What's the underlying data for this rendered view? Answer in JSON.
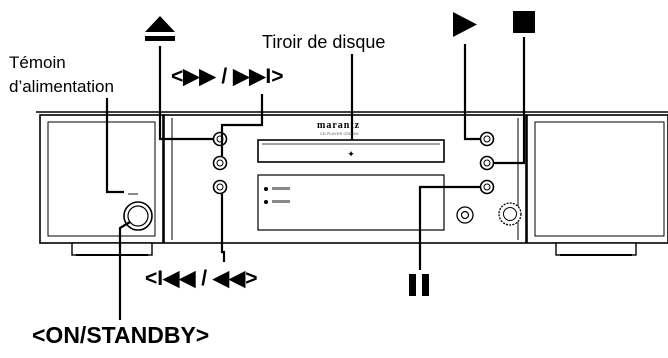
{
  "labels": {
    "power_indicator_line1": "Témoin",
    "power_indicator_line2": "d’alimentation",
    "disc_tray": "Tiroir de disque",
    "forward_skip": "<▶▶ / ▶▶I>",
    "back_skip": "<I◀◀ / ◀◀>",
    "on_standby": "<ON/STANDBY>"
  },
  "panel": {
    "brand": "marantz",
    "model_line": "CD PLAYER CD6004"
  },
  "symbols": {
    "eject": "eject-icon",
    "play": "play-icon",
    "stop": "stop-icon",
    "pause": "pause-icon"
  }
}
